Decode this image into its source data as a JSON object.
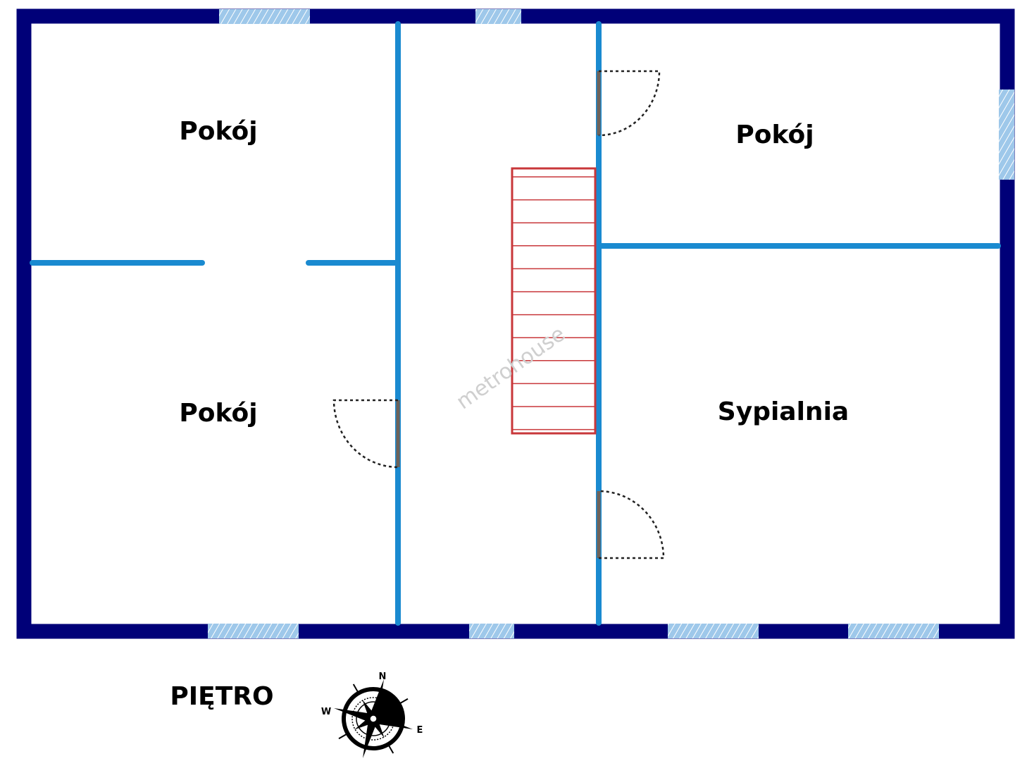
{
  "floor_name": "PIĘTRO",
  "rooms": [
    {
      "label": "Pokój"
    },
    {
      "label": "Pokój"
    },
    {
      "label": "Pokój"
    },
    {
      "label": "Sypialnia"
    }
  ],
  "watermark": "metrohouse",
  "compass": {
    "n": "N",
    "e": "E",
    "w": "W"
  },
  "colors": {
    "outer_wall": "#000078",
    "inner_wall": "#1a8ad0",
    "window": "#9ec8ea",
    "stairs": "#c8373a",
    "door_leaf": "#6e6259"
  }
}
